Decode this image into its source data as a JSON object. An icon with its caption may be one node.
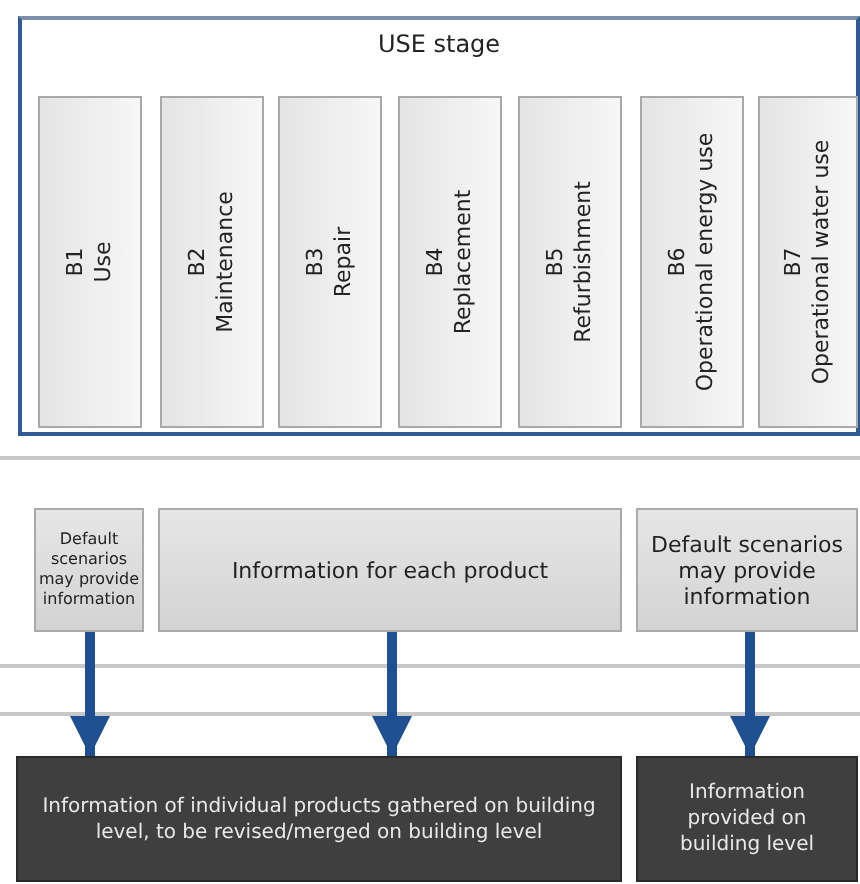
{
  "diagram": {
    "nodes": [
      {
        "text": [
          "USE stage"
        ]
      },
      {
        "text": [
          "B1",
          "Use"
        ],
        "in": 0
      },
      {
        "text": [
          "B2",
          "Maintenance"
        ],
        "in": 0
      },
      {
        "text": [
          "B3",
          "Repair"
        ],
        "in": 0
      },
      {
        "text": [
          "B4",
          "Replacement"
        ],
        "in": 0
      },
      {
        "text": [
          "B5",
          "Refurbishment"
        ],
        "in": 0
      },
      {
        "text": [
          "B6",
          "Operational energy use"
        ],
        "in": 0
      },
      {
        "text": [
          "B7",
          "Operational water use"
        ],
        "in": 0
      },
      {
        "text": [
          "Default scenarios may provide information"
        ]
      },
      {
        "text": [
          "Information for each product"
        ]
      },
      {
        "text": [
          "Default scenarios may provide information"
        ]
      },
      {
        "text": [
          "Information of individual products gathered on building level, to be revised/merged on building level"
        ]
      },
      {
        "text": [
          "Information provided on building level"
        ]
      }
    ],
    "edges": [
      {
        "from": 8,
        "to": 11,
        "arrow": "to"
      },
      {
        "from": 9,
        "to": 11,
        "arrow": "to"
      },
      {
        "from": 10,
        "to": 12,
        "arrow": "to"
      }
    ]
  }
}
